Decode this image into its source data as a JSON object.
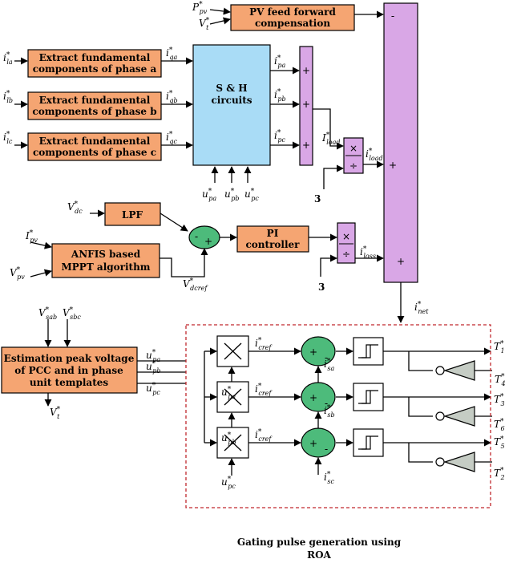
{
  "colors": {
    "orange_block": "#f5a572",
    "blue_block": "#a9dcf6",
    "purple_bar": "#d9a7e6",
    "green_sum": "#4dbb7b",
    "dashed_border": "#c0282e",
    "buffer_fill": "#c5ccc4"
  },
  "blocks": {
    "pv_feed_forward": [
      "PV feed forward",
      "compensation"
    ],
    "extract_a": [
      "Extract fundamental",
      "components of phase a"
    ],
    "extract_b": [
      "Extract fundamental",
      "components of phase b"
    ],
    "extract_c": [
      "Extract fundamental",
      "components of phase c"
    ],
    "sh": [
      "S & H",
      "circuits"
    ],
    "lpf": "LPF",
    "anfis": [
      "ANFIS based",
      "MPPT algorithm"
    ],
    "pi": [
      "PI",
      "controller"
    ],
    "estimation": [
      "Estimation peak voltage",
      "of PCC and in phase",
      "unit templates"
    ]
  },
  "signals": {
    "ppv": "P*pv",
    "vt_top": "V*t",
    "ila": "i*la",
    "ilb": "i*lb",
    "ilc": "i*lc",
    "iqa": "i*qa",
    "iqb": "i*qb",
    "iqc": "i*qc",
    "ipa": "i*pa",
    "ipb": "i*pb",
    "ipc": "i*pc",
    "upa": "u*pa",
    "upb": "u*pb",
    "upc": "u*pc",
    "iload_big": "I*load",
    "iload": "i*load",
    "three": "3",
    "vdc": "V*dc",
    "ipv": "I*pv",
    "vpv": "V*pv",
    "vdcref": "V*dcref",
    "iloss": "i*loss",
    "inet": "i*net",
    "vsab": "V*sab",
    "vsbc": "V*sbc",
    "vt_bottom": "V*t",
    "est_upa": "u*pa",
    "est_upb": "u*pb",
    "est_upc": "u*pc",
    "mult_upa": "u*pa",
    "mult_upb": "u*pb",
    "mult_upc": "u*pc",
    "isa": "i*sa",
    "isb": "i*sb",
    "isc": "i*sc",
    "icref1": "i*cref",
    "icref2": "i*cref",
    "icref3": "i*cref",
    "t1": "T*1",
    "t4": "T*4",
    "t3": "T*3",
    "t6": "T*6",
    "t5": "T*5",
    "t2": "T*2"
  },
  "symbols": {
    "plus": "+",
    "minus": "-",
    "multiply": "×",
    "divide": "÷"
  },
  "caption": [
    "Gating pulse generation using",
    "ROA"
  ]
}
